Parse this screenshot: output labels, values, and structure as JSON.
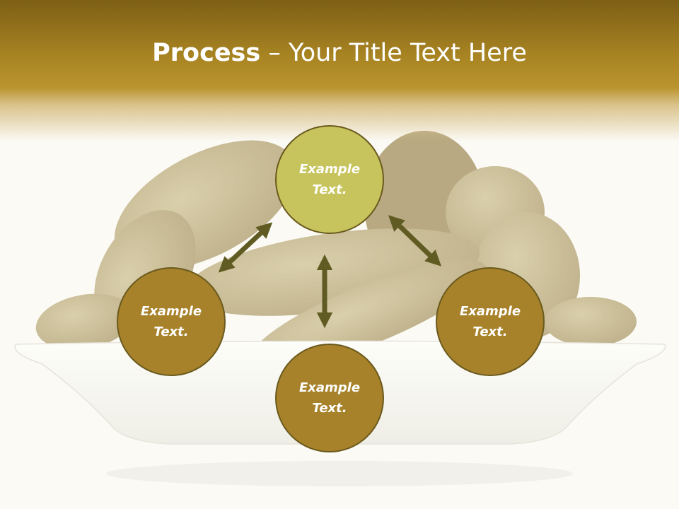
{
  "title": {
    "strong": "Process",
    "rest": " – Your Title Text Here"
  },
  "nodes": {
    "top": {
      "label": "Example Text."
    },
    "left": {
      "label": "Example Text."
    },
    "right": {
      "label": "Example Text."
    },
    "bottom": {
      "label": "Example Text."
    }
  },
  "colors": {
    "header": "#a88422",
    "node_top": "#c7c45d",
    "node_other": "#a7822a",
    "arrow": "#5f5b23"
  }
}
